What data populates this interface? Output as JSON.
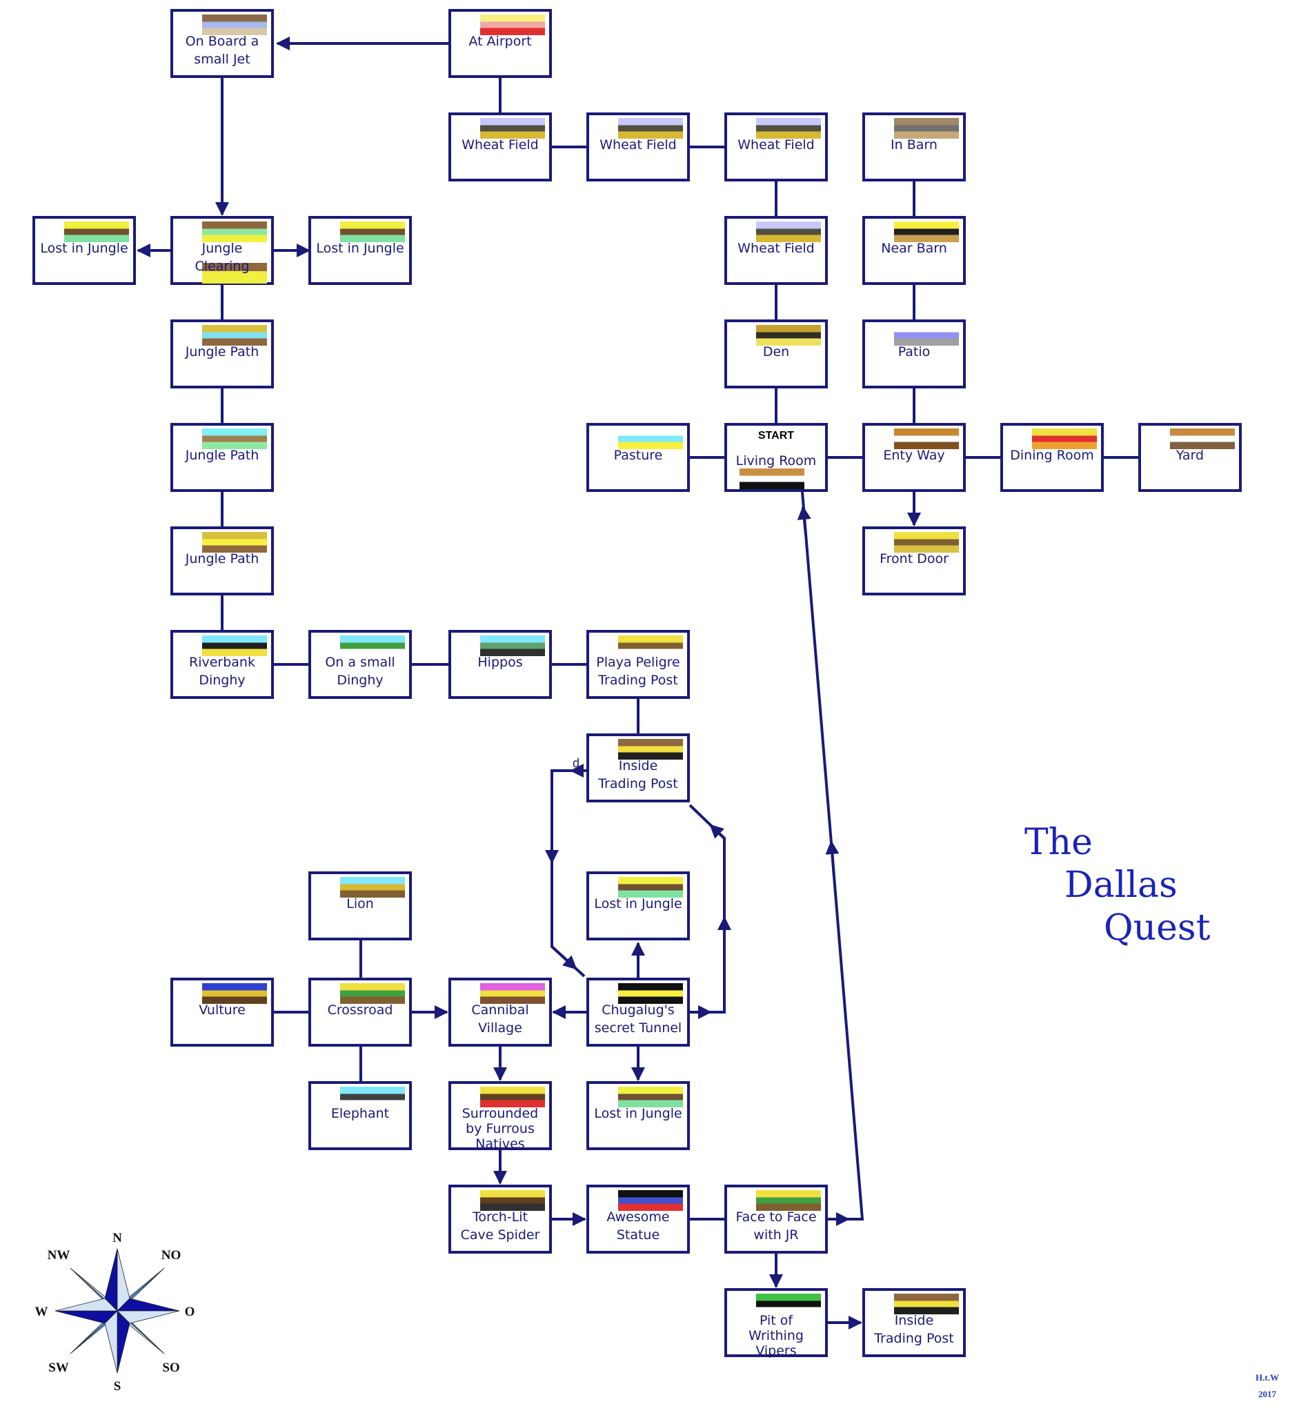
{
  "title": {
    "lines": [
      "The",
      "Dallas",
      "Quest"
    ]
  },
  "signature": {
    "author": "H.t.W",
    "year": "2017"
  },
  "start_label": "START",
  "direction_label_down": "d",
  "compass": {
    "labels": {
      "n": "N",
      "ne": "NO",
      "e": "O",
      "se": "SO",
      "s": "S",
      "sw": "SW",
      "w": "W",
      "nw": "NW"
    }
  },
  "colors": {
    "line": "#1a1a78",
    "title": "#1a23b8"
  },
  "rooms": [
    {
      "id": "jet",
      "label": "On Board a\nsmall Jet",
      "pic": [
        "#8a6a48",
        "#a8b8f0",
        "#d8c8a8"
      ]
    },
    {
      "id": "airport",
      "label": "At Airport",
      "pic": [
        "#f8f080",
        "#f0a8a8",
        "#e03030"
      ]
    },
    {
      "id": "wheat1",
      "label": "Wheat Field",
      "pic": [
        "#c8c8f8",
        "#505040",
        "#d8b830"
      ]
    },
    {
      "id": "wheat2",
      "label": "Wheat Field",
      "pic": [
        "#c8c8f8",
        "#505040",
        "#d8b830"
      ]
    },
    {
      "id": "wheat3",
      "label": "Wheat Field",
      "pic": [
        "#c8c8f8",
        "#505040",
        "#d8b830"
      ]
    },
    {
      "id": "inbarn",
      "label": "In Barn",
      "pic": [
        "#a08868",
        "#707070",
        "#c8a878"
      ]
    },
    {
      "id": "lost_w",
      "label": "Lost in Jungle",
      "pic": [
        "#f0f040",
        "#705030",
        "#80e0a0"
      ]
    },
    {
      "id": "clearing",
      "label": "Jungle Clearing",
      "pic": [
        "#906840",
        "#90e8a0",
        "#f0f040"
      ]
    },
    {
      "id": "lost_e",
      "label": "Lost in Jungle",
      "pic": [
        "#f0f040",
        "#705030",
        "#80e0a0"
      ]
    },
    {
      "id": "wheat4",
      "label": "Wheat Field",
      "pic": [
        "#c8c8f8",
        "#505040",
        "#d8b830"
      ]
    },
    {
      "id": "nearbarn",
      "label": "Near Barn",
      "pic": [
        "#f8f040",
        "#202020",
        "#c8a050"
      ]
    },
    {
      "id": "jpath1",
      "label": "Jungle Path",
      "pic": [
        "#d8c040",
        "#80e0f0",
        "#906840"
      ]
    },
    {
      "id": "den",
      "label": "Den",
      "pic": [
        "#c8a030",
        "#303020",
        "#f0e060"
      ]
    },
    {
      "id": "patio",
      "label": "Patio",
      "pic": [
        "#ffffff",
        "#9090f0",
        "#a0a0a0"
      ]
    },
    {
      "id": "jpath2",
      "label": "Jungle Path",
      "pic": [
        "#80f0f0",
        "#a08050",
        "#90e8a0"
      ]
    },
    {
      "id": "pasture",
      "label": "Pasture",
      "pic": [
        "#ffffff",
        "#80e8f8",
        "#f8f040"
      ]
    },
    {
      "id": "living",
      "label": "Living Room",
      "pic": [
        "#c89040",
        "#ffffff",
        "#101010"
      ]
    },
    {
      "id": "entry",
      "label": "Enty Way",
      "pic": [
        "#c88830",
        "#ffffff",
        "#805020"
      ]
    },
    {
      "id": "dining",
      "label": "Dining Room",
      "pic": [
        "#f0e040",
        "#e03030",
        "#f0a030"
      ]
    },
    {
      "id": "yard",
      "label": "Yard",
      "pic": [
        "#c88840",
        "#ffffff",
        "#806040"
      ]
    },
    {
      "id": "jpath3",
      "label": "Jungle Path",
      "pic": [
        "#d8c040",
        "#f8f040",
        "#906840"
      ]
    },
    {
      "id": "frontdoor",
      "label": "Front Door",
      "pic": [
        "#f0e040",
        "#806030",
        "#d8c040"
      ]
    },
    {
      "id": "riverbank",
      "label": "Riverbank\nDinghy",
      "pic": [
        "#80e8f8",
        "#202020",
        "#f0e040"
      ]
    },
    {
      "id": "smalldinghy",
      "label": "On a small\nDinghy",
      "pic": [
        "#80e8f8",
        "#40a040",
        "#ffffff"
      ]
    },
    {
      "id": "hippos",
      "label": "Hippos",
      "pic": [
        "#80e8f8",
        "#60a070",
        "#303030"
      ]
    },
    {
      "id": "playa",
      "label": "Playa Peligre\nTrading Post",
      "pic": [
        "#f0e040",
        "#806030",
        "#ffffff"
      ]
    },
    {
      "id": "inside1",
      "label": "Inside\nTrading Post",
      "pic": [
        "#906840",
        "#f0e040",
        "#202020"
      ]
    },
    {
      "id": "lion",
      "label": "Lion",
      "pic": [
        "#80e8f8",
        "#d8b830",
        "#806030"
      ]
    },
    {
      "id": "lost_n",
      "label": "Lost in Jungle",
      "pic": [
        "#f0f040",
        "#705030",
        "#80e0a0"
      ]
    },
    {
      "id": "vulture",
      "label": "Vulture",
      "pic": [
        "#3040d0",
        "#e0c030",
        "#604020"
      ]
    },
    {
      "id": "crossroad",
      "label": "Crossroad",
      "pic": [
        "#f0e040",
        "#40a040",
        "#806030"
      ]
    },
    {
      "id": "cannibal",
      "label": "Cannibal\nVillage",
      "pic": [
        "#e060e0",
        "#f0e040",
        "#805030"
      ]
    },
    {
      "id": "tunnel",
      "label": "Chugalug's\nsecret Tunnel",
      "pic": [
        "#101010",
        "#f8f040",
        "#101010"
      ]
    },
    {
      "id": "elephant",
      "label": "Elephant",
      "pic": [
        "#80e8f8",
        "#404040",
        "#ffffff"
      ]
    },
    {
      "id": "natives",
      "label": "Surrounded\nby Furrous\nNatives",
      "pic": [
        "#f0e040",
        "#604020",
        "#e03030"
      ]
    },
    {
      "id": "lost_s",
      "label": "Lost in Jungle",
      "pic": [
        "#f0f040",
        "#705030",
        "#80e0a0"
      ]
    },
    {
      "id": "spider",
      "label": "Torch-Lit\nCave Spider",
      "pic": [
        "#f0e040",
        "#604020",
        "#303030"
      ]
    },
    {
      "id": "statue",
      "label": "Awesome\nStatue",
      "pic": [
        "#101010",
        "#4050d0",
        "#e03030"
      ]
    },
    {
      "id": "jr",
      "label": "Face to Face\nwith JR",
      "pic": [
        "#f0e040",
        "#40a040",
        "#806030"
      ]
    },
    {
      "id": "vipers",
      "label": "Pit of\nWrithing\nVipers",
      "pic": [
        "#40c040",
        "#101010",
        "#ffffff"
      ]
    },
    {
      "id": "inside2",
      "label": "Inside\nTrading Post",
      "pic": [
        "#906840",
        "#f0e040",
        "#202020"
      ]
    }
  ]
}
